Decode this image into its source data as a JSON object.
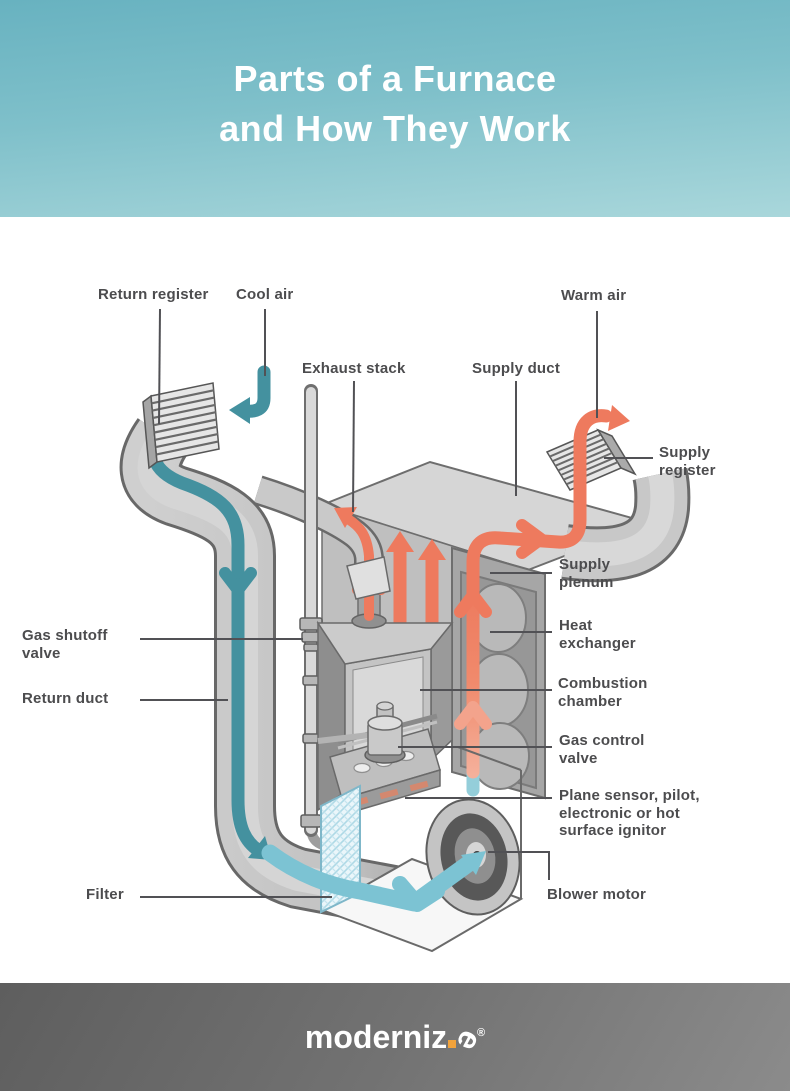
{
  "header": {
    "title_line1": "Parts of a Furnace",
    "title_line2": "and How They Work"
  },
  "labels": {
    "return_register": "Return register",
    "cool_air": "Cool air",
    "exhaust_stack": "Exhaust stack",
    "supply_duct": "Supply duct",
    "warm_air": "Warm air",
    "supply_register": "Supply\nregister",
    "supply_plenum": "Supply\nplenum",
    "heat_exchanger": "Heat\nexchanger",
    "combustion_chamber": "Combustion\nchamber",
    "gas_control_valve": "Gas control\nvalve",
    "plane_sensor": "Plane sensor, pilot,\nelectronic or hot\nsurface ignitor",
    "blower_motor": "Blower motor",
    "gas_shutoff_valve": "Gas shutoff\nvalve",
    "return_duct": "Return duct",
    "filter": "Filter"
  },
  "footer": {
    "logo_prefix": "moderni",
    "logo_z": "z",
    "logo_e": "e",
    "registered_mark": "®"
  },
  "colors": {
    "header_gradient_top": "#68b2c0",
    "header_gradient_bottom": "#a9d7db",
    "cool_air_teal": "#44919f",
    "cool_air_light_teal": "#7cc3d3",
    "warm_air_orange": "#ee7a5e",
    "warm_air_faded": "#f5b09b",
    "label_text": "#4c4c4e",
    "leader_line": "#515155",
    "footer_gray": "#727272",
    "logo_accent_square": "#f2a33c",
    "title_text": "#ffffff"
  }
}
